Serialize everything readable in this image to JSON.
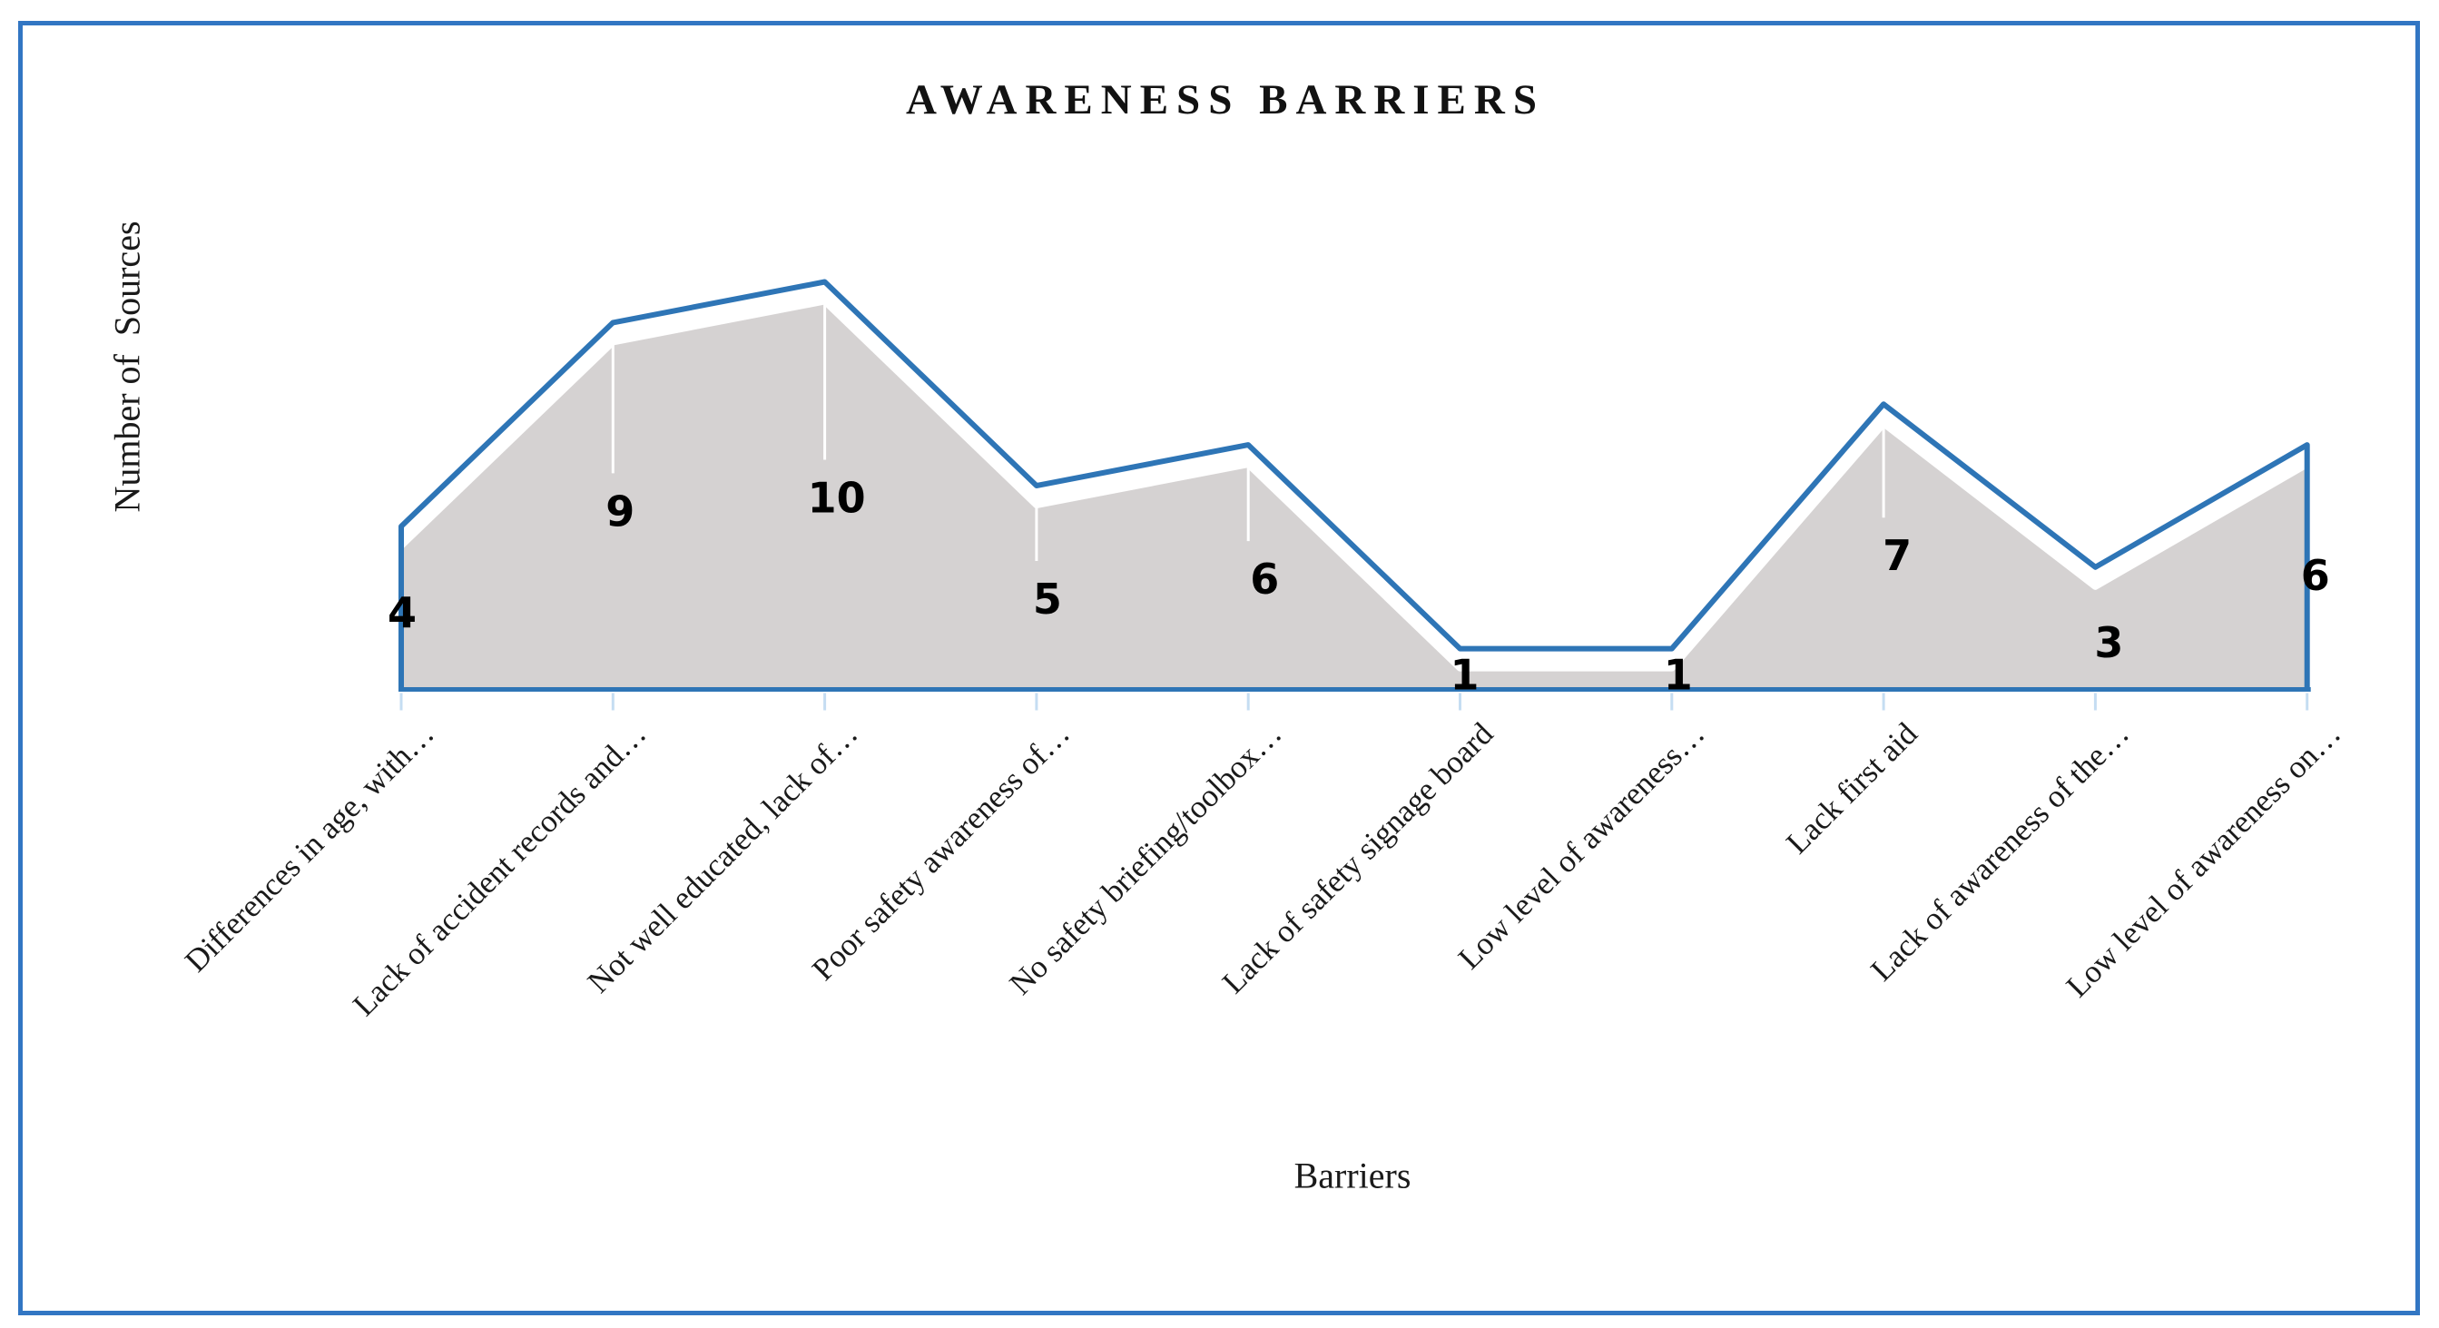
{
  "title": "AWARENESS BARRIERS",
  "y_axis_title": "Number of  Sources",
  "x_axis_title": "Barriers",
  "chart_data": {
    "type": "area",
    "title": "AWARENESS BARRIERS",
    "xlabel": "Barriers",
    "ylabel": "Number of Sources",
    "categories": [
      "Differences in age, with…",
      "Lack of accident records and…",
      "Not well educated, lack of…",
      "Poor safety awareness of…",
      "No safety briefing/toolbox…",
      "Lack of safety signage board",
      "Low level of awareness…",
      "Lack first aid",
      "Lack of awareness of the…",
      "Low level of awareness on…"
    ],
    "values": [
      4,
      9,
      10,
      5,
      6,
      1,
      1,
      7,
      3,
      6
    ],
    "data_labels_visible": true,
    "y_axis_ticks_visible": false,
    "grid": false,
    "legend": "none",
    "ylim": [
      0,
      12
    ],
    "colors": {
      "line": "#2E75B6",
      "area_fill": "#D5D2D2",
      "area_top_halo": "#FFFFFF",
      "axis_line": "#2E75B6",
      "tick": "#C5DDF2",
      "frame_border": "#3276C3",
      "data_label": "#000000",
      "text": "#1a1a1a"
    },
    "label_offsets": [
      {
        "dx": 1,
        "dy": 95
      },
      {
        "dx": 8,
        "dy": 208
      },
      {
        "dx": 13,
        "dy": 238
      },
      {
        "dx": 12,
        "dy": 125
      },
      {
        "dx": 18,
        "dy": 148
      },
      {
        "dx": 5,
        "dy": 29
      },
      {
        "dx": 7,
        "dy": 29
      },
      {
        "dx": 15,
        "dy": 167
      },
      {
        "dx": 15,
        "dy": 83
      },
      {
        "dx": 9,
        "dy": 144
      }
    ]
  }
}
